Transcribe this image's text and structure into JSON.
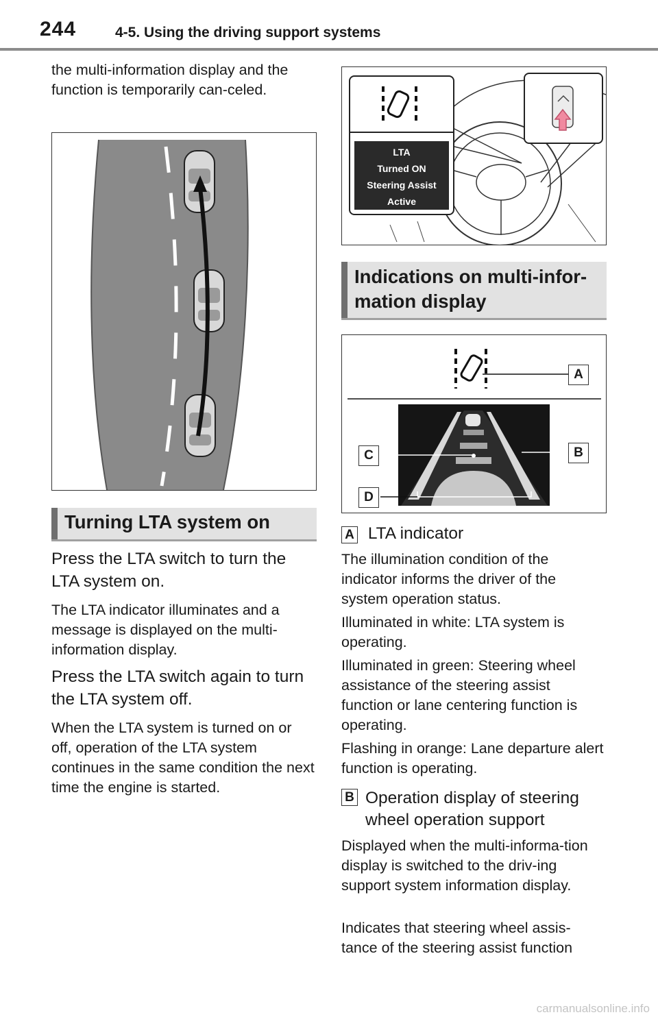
{
  "header": {
    "page_number": "244",
    "section_title": "4-5. Using the driving support systems"
  },
  "left": {
    "intro_text": "the multi-information display and the function is temporarily can-celed.",
    "section_heading": "Turning LTA system on",
    "step1_title": "Press the LTA switch to turn the LTA system on.",
    "step1_body": "The LTA indicator illuminates and a message is displayed on the multi-information display.",
    "step2_title": "Press the LTA switch again to turn the LTA system off.",
    "step2_body": "When the LTA system is turned on or off, operation of the LTA system continues in the same condition the next time the engine is started."
  },
  "right": {
    "display_message": [
      "LTA",
      "Turned ON",
      "Steering Assist",
      "Active"
    ],
    "section_heading": "Indications on multi-infor-mation display",
    "callouts": [
      "A",
      "B",
      "C",
      "D"
    ],
    "item_a_letter": "A",
    "item_a_title": "LTA indicator",
    "item_a_p1": "The illumination condition of the indicator informs the driver of the system operation status.",
    "item_a_p2": "Illuminated in white: LTA system is operating.",
    "item_a_p3": "Illuminated in green: Steering wheel assistance of the steering assist function or lane centering function is operating.",
    "item_a_p4": "Flashing in orange: Lane departure alert function is operating.",
    "item_b_letter": "B",
    "item_b_title": "Operation display of steering wheel operation support",
    "item_b_p1": "Displayed when the multi-informa-tion display is switched to the driv-ing support system information display.",
    "item_b_p2": "Indicates that steering wheel assis-tance of the steering assist function"
  },
  "watermark": "carmanualsonline.info"
}
